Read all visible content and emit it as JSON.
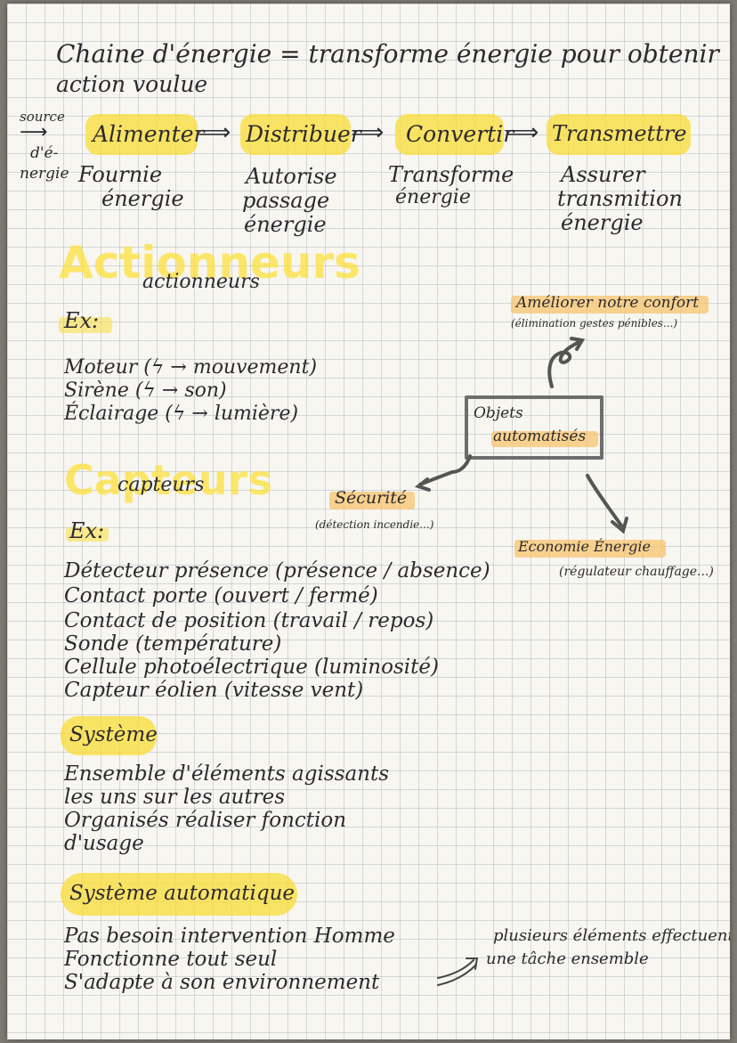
{
  "title": {
    "line1": "Chaine d'énergie = transforme énergie pour obtenir",
    "line2": "action voulue"
  },
  "chain": {
    "source_lines": [
      "source",
      "d'é-",
      "nergie"
    ],
    "steps": [
      {
        "label": "Alimenter",
        "desc": [
          "Fournie",
          "énergie"
        ]
      },
      {
        "label": "Distribuer",
        "desc": [
          "Autorise",
          "passage",
          "énergie"
        ]
      },
      {
        "label": "Convertir",
        "desc": [
          "Transforme",
          "énergie"
        ]
      },
      {
        "label": "Transmettre",
        "desc": [
          "Assurer",
          "transmition",
          "énergie"
        ]
      }
    ]
  },
  "actionneurs": {
    "big_title": "Actionneurs",
    "title": "actionneurs",
    "ex": "Ex:",
    "items": [
      "Moteur (ϟ → mouvement)",
      "Sirène (ϟ → son)",
      "Éclairage (ϟ → lumière)"
    ]
  },
  "objets": {
    "line1": "Objets",
    "line2": "automatisés",
    "confort": "Améliorer notre confort",
    "confort_ex": "(élimination gestes pénibles...)",
    "securite": "Sécurité",
    "securite_ex": "(détection incendie...)",
    "economie": "Economie Énergie",
    "economie_ex": "(régulateur chauffage...)"
  },
  "capteurs": {
    "big_title": "Capteurs",
    "title": "capteurs",
    "ex": "Ex:",
    "items": [
      "Détecteur présence (présence / absence)",
      "Contact porte (ouvert / fermé)",
      "Contact de position (travail / repos)",
      "Sonde (température)",
      "Cellule photoélectrique (luminosité)",
      "Capteur éolien (vitesse vent)"
    ]
  },
  "systeme": {
    "title": "Système",
    "lines": [
      "Ensemble d'éléments agissants",
      "les uns sur les autres",
      "Organisés réaliser fonction",
      "d'usage"
    ]
  },
  "systeme_auto": {
    "title": "Système automatique",
    "lines": [
      "Pas besoin intervention Homme",
      "Fonctionne tout seul",
      "S'adapte à son environnement"
    ],
    "note": [
      "plusieurs éléments effectuent",
      "une tâche ensemble"
    ]
  },
  "colors": {
    "highlight_yellow": "#fade3c",
    "highlight_orange": "#f8c46e",
    "ink": "#2c2a2e",
    "paper": "#f7f6f1"
  }
}
